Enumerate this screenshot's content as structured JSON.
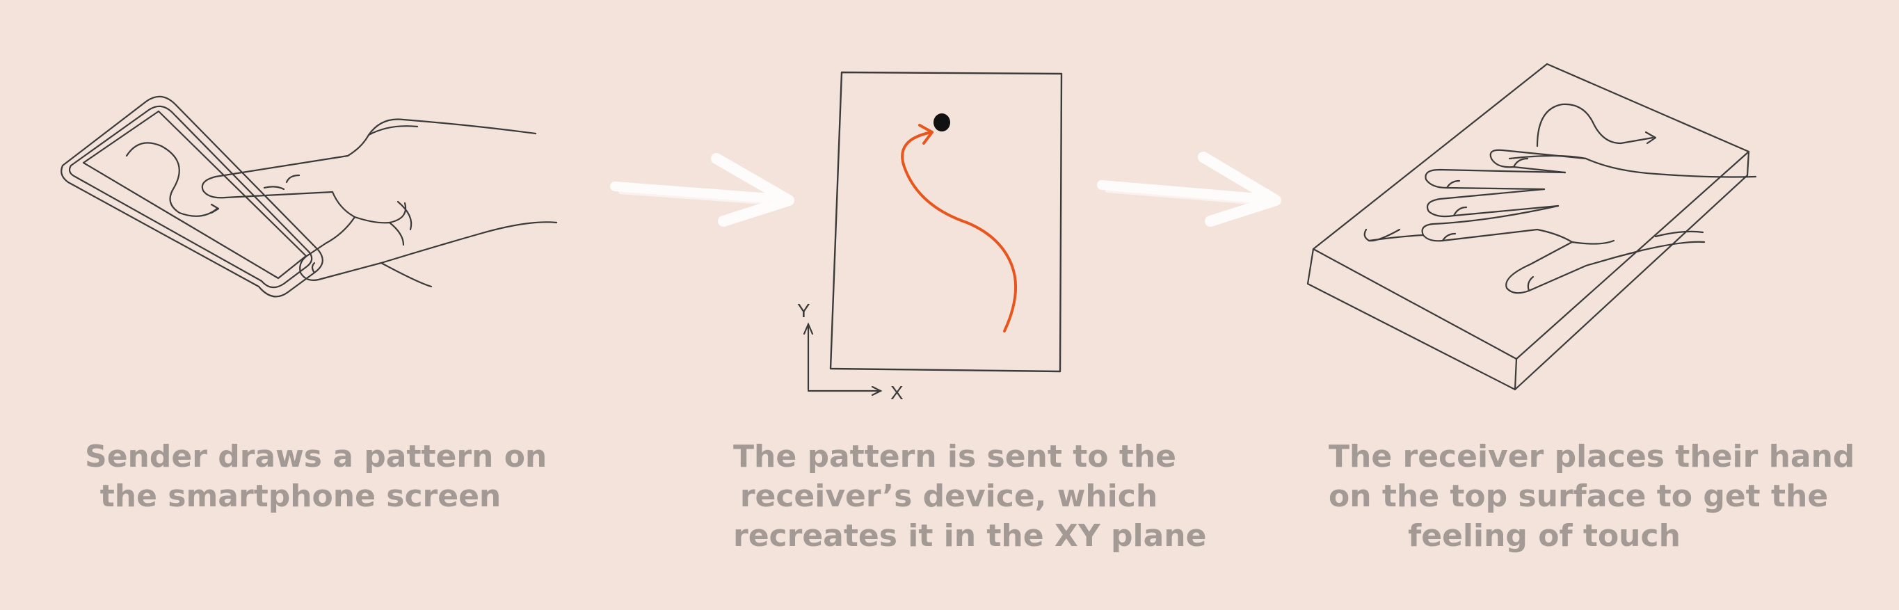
{
  "steps": [
    {
      "lines": [
        "Sender draws a pattern on",
        "the smartphone screen"
      ]
    },
    {
      "lines": [
        "The pattern is sent to the",
        "receiver’s device, which",
        "recreates it in the XY plane"
      ]
    },
    {
      "lines": [
        "The receiver places their hand",
        "on the top surface to get the",
        "feeling of touch"
      ]
    }
  ],
  "axis_labels": {
    "y": "Y",
    "x": "X"
  },
  "colors": {
    "background": "#f4e3da",
    "sketch": "#3a3a3a",
    "pattern": "#e8561d",
    "caption": "#a39a95",
    "arrow": "#ffffff"
  }
}
